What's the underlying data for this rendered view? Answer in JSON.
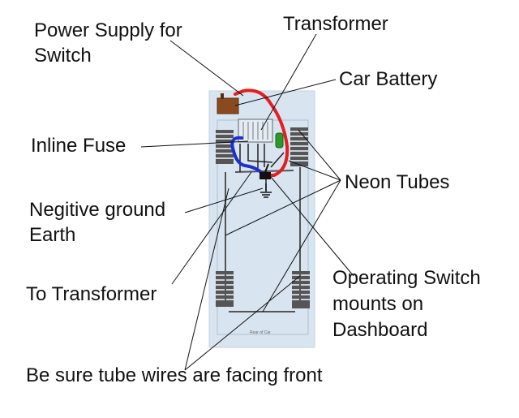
{
  "labels": {
    "power_supply_line1": "Power Supply for",
    "power_supply_line2": "Switch",
    "transformer": "Transformer",
    "car_battery": "Car Battery",
    "inline_fuse": "Inline Fuse",
    "neon_tubes": "Neon Tubes",
    "negative_ground_line1": "Negitive ground",
    "negative_ground_line2": "Earth",
    "to_transformer": "To Transformer",
    "operating_switch_line1": "Operating Switch",
    "operating_switch_line2": "mounts on",
    "operating_switch_line3": "Dashboard",
    "footer_note": "Be sure tube wires are facing front",
    "rear_of_car": "Rear of Car"
  },
  "colors": {
    "car_body": "#d8e4f0",
    "positive_wire": "#e41e1e",
    "negative_wire": "#1e2fd0",
    "battery": "#8b4a1e",
    "fuse": "#2a9a2a",
    "leader_line": "#111111",
    "tube_line": "#555555"
  }
}
